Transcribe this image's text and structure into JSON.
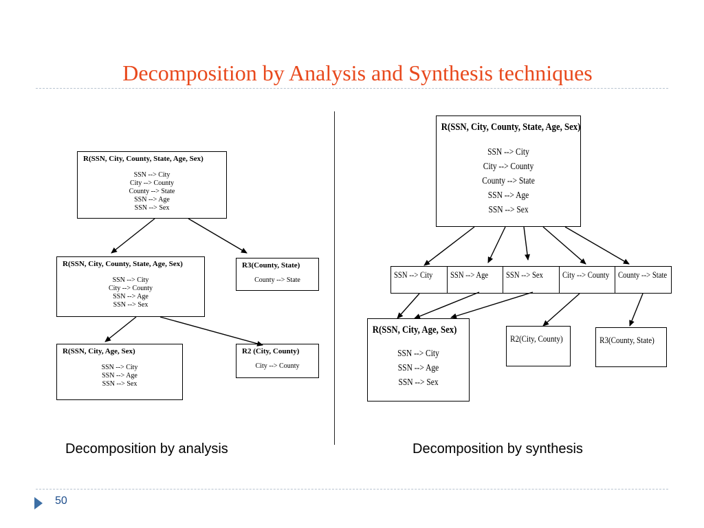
{
  "title": "Decomposition by Analysis and Synthesis techniques",
  "analysis": {
    "caption": "Decomposition by analysis",
    "root": {
      "head": "R(SSN, City, County, State, Age, Sex)",
      "fds": [
        "SSN --> City",
        "City --> County",
        "County --> State",
        "SSN --> Age",
        "SSN --> Sex"
      ]
    },
    "mid_left": {
      "head": "R(SSN, City, County, State, Age, Sex)",
      "fds": [
        "SSN --> City",
        "City --> County",
        "SSN --> Age",
        "SSN --> Sex"
      ]
    },
    "r3": {
      "head": "R3(County, State)",
      "fds": [
        "County --> State"
      ]
    },
    "bottom_left": {
      "head": "R(SSN, City, Age, Sex)",
      "fds": [
        "SSN --> City",
        "SSN --> Age",
        "SSN --> Sex"
      ]
    },
    "r2": {
      "head": "R2 (City, County)",
      "fds": [
        "City --> County"
      ]
    }
  },
  "synthesis": {
    "caption": "Decomposition by synthesis",
    "root": {
      "head": "R(SSN, City, County, State, Age, Sex)",
      "fds": [
        "SSN --> City",
        "City --> County",
        "County --> State",
        "SSN --> Age",
        "SSN --> Sex"
      ]
    },
    "fd_cells": [
      "SSN --> City",
      "SSN --> Age",
      "SSN --> Sex",
      "City --> County",
      "County --> State"
    ],
    "r1": {
      "head": "R(SSN, City, Age, Sex)",
      "fds": [
        "SSN --> City",
        "SSN --> Age",
        "SSN --> Sex"
      ]
    },
    "r2": {
      "head": "R2(City, County)"
    },
    "r3": {
      "head": "R3(County, State)"
    }
  },
  "page_number": "50"
}
